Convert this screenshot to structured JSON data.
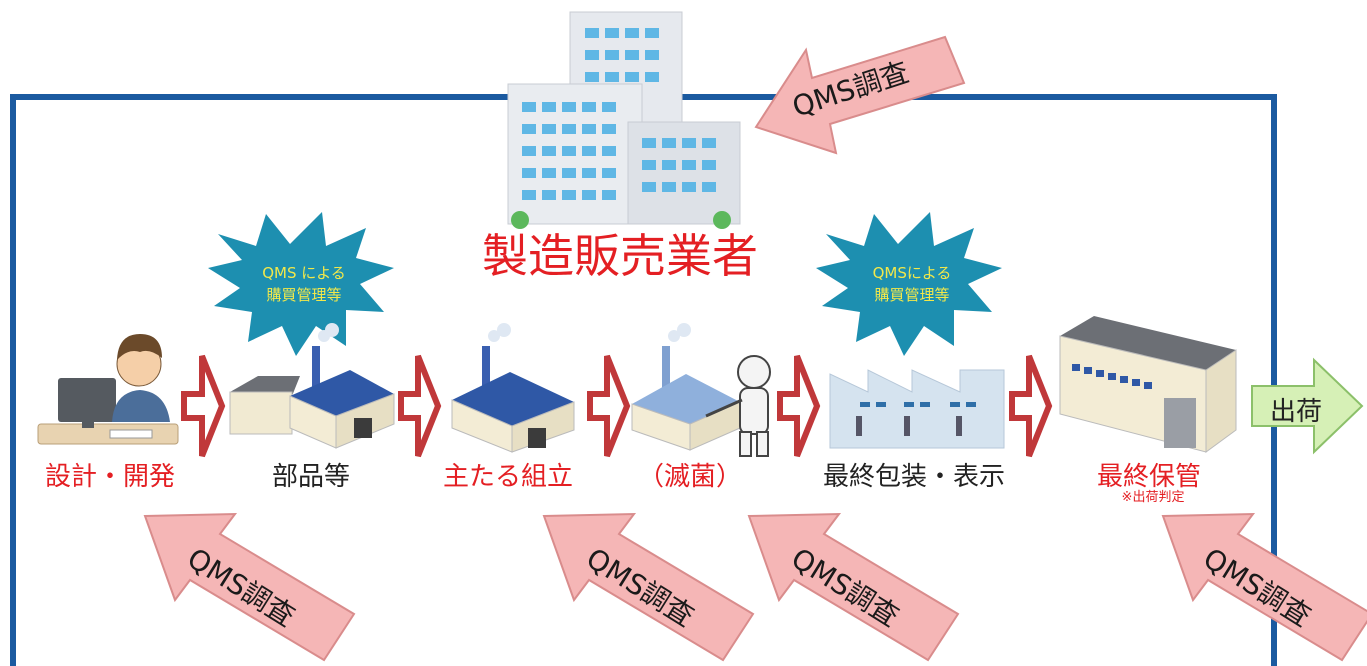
{
  "colors": {
    "frame": "#1b5aa0",
    "red_label": "#e41f23",
    "burst_fill": "#1d8fb0",
    "burst_text": "#f2e84a",
    "qms_arrow_fill": "#f5b6b6",
    "process_arrow_stroke": "#c0383a",
    "ship_arrow_fill": "#d6f0b6"
  },
  "manufacturer_label": "製造販売業者",
  "process_steps": [
    {
      "label": "設計・開発",
      "style": "red"
    },
    {
      "label": "部品等",
      "style": "dark"
    },
    {
      "label": "主たる組立",
      "style": "red"
    },
    {
      "label": "（滅菌）",
      "style": "red"
    },
    {
      "label": "最終包装・表示",
      "style": "dark"
    },
    {
      "label": "最終保管",
      "style": "red"
    }
  ],
  "final_storage_note": "※出荷判定",
  "shipment_label": "出荷",
  "bursts": [
    {
      "line1": "QMS による",
      "line2": "購買管理等"
    },
    {
      "line1": "QMSによる",
      "line2": "購買管理等"
    }
  ],
  "qms_arrows": [
    {
      "label": "QMS調査"
    },
    {
      "label": "QMS調査"
    },
    {
      "label": "QMS調査"
    },
    {
      "label": "QMS調査"
    },
    {
      "label": "QMS調査"
    }
  ],
  "icons": [
    "office-building-icon",
    "engineer-at-computer-icon",
    "factory-icon",
    "warehouse-icon",
    "sterilization-worker-icon"
  ]
}
